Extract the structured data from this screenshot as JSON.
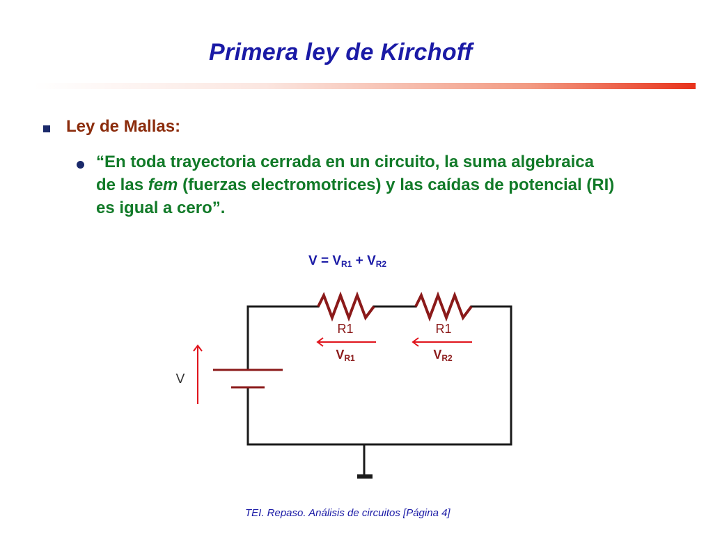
{
  "slide": {
    "title": "Primera ley de Kirchoff",
    "heading": "Ley de Mallas:",
    "statement": {
      "line1": "“En toda trayectoria cerrada en un circuito, la suma algebraica",
      "line2_prefix": "de las ",
      "line2_italic": "fem",
      "line2_suffix": " (fuerzas electromotrices) y las caídas de potencial (RI)",
      "line3": "es igual a cero”."
    },
    "footer": "TEI. Repaso. Análisis de circuitos [Página 4]"
  },
  "equation": {
    "lhs": "V",
    "equals": "=",
    "plus": "+",
    "term1_base": "V",
    "term1_sub": "R1",
    "term2_base": "V",
    "term2_sub": "R2"
  },
  "circuit": {
    "resistor1_label": "R1",
    "resistor2_label": "R1",
    "drop1_base": "V",
    "drop1_sub": "R1",
    "drop2_base": "V",
    "drop2_sub": "R2",
    "source_label": "V"
  },
  "colors": {
    "title": "#1a1aa6",
    "heading": "#8b2c0c",
    "body": "#117a28",
    "resistor": "#8b1a1a",
    "arrow": "#e0141c",
    "wire": "#1a1a1a"
  }
}
